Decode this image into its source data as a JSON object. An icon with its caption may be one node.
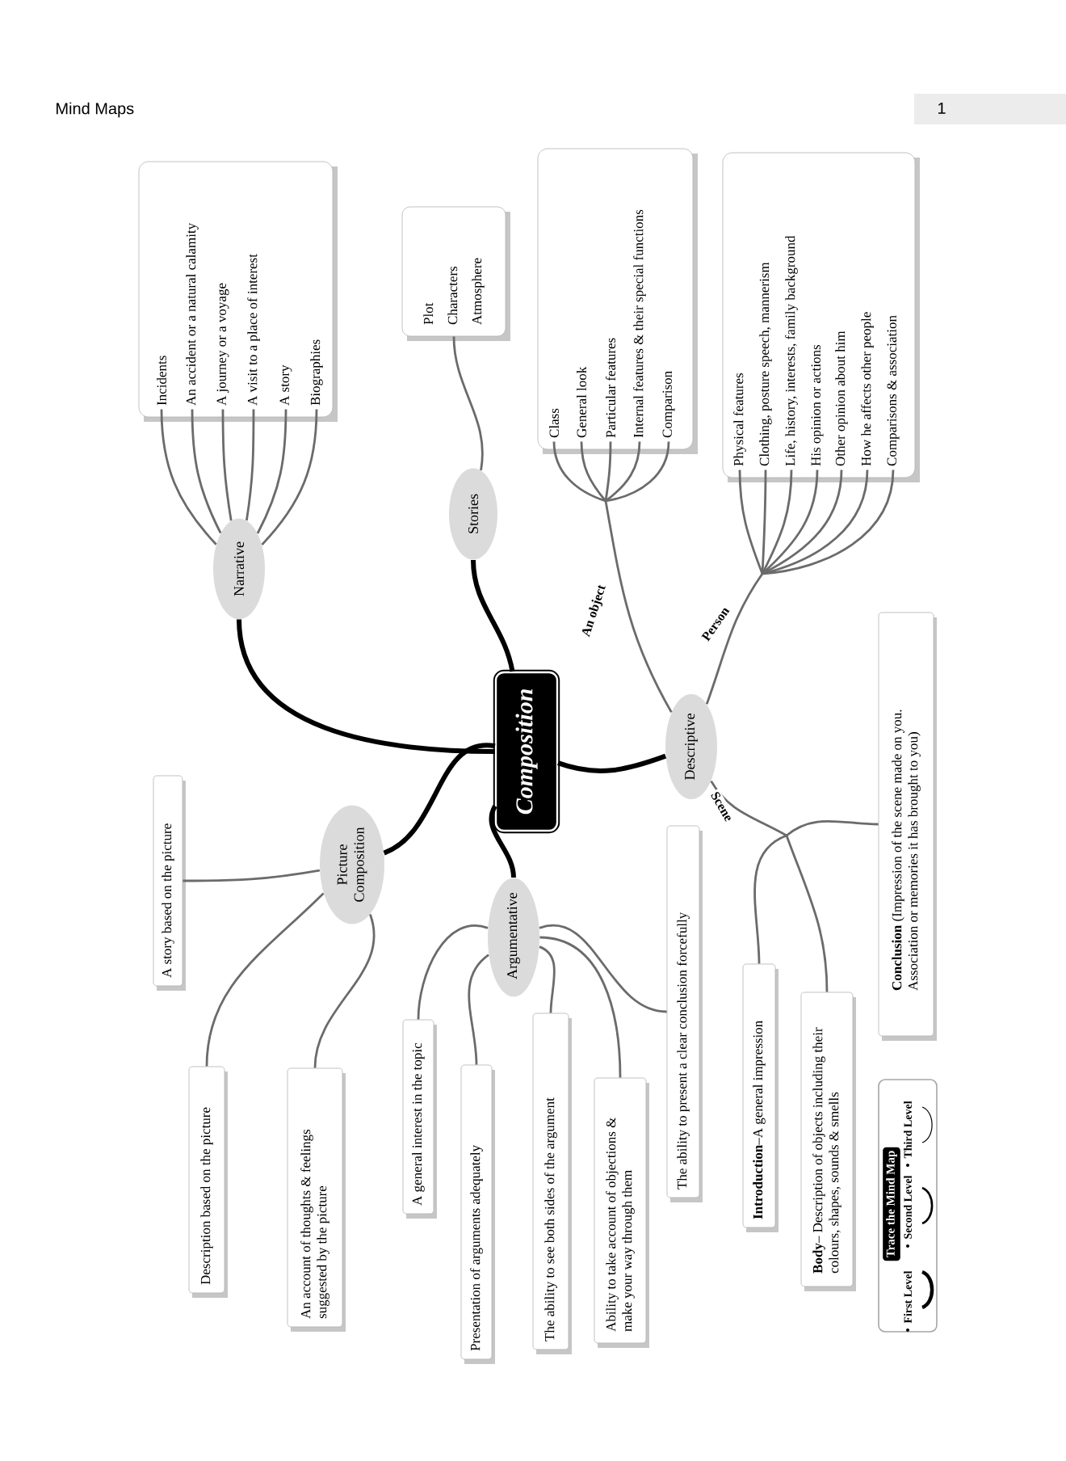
{
  "diagram": {
    "title": "Mind Maps",
    "nodes": [
      {
        "text": [
          "Composition"
        ]
      },
      {
        "text": [
          "Narrative"
        ]
      },
      {
        "text": [],
        "shape": "box"
      },
      {
        "text": [
          "Incidents"
        ],
        "in": 2
      },
      {
        "text": [
          "An accident or a natural calamity"
        ],
        "in": 2
      },
      {
        "text": [
          "A journey or a voyage"
        ],
        "in": 2
      },
      {
        "text": [
          "A visit to a place of interest"
        ],
        "in": 2
      },
      {
        "text": [
          "A story"
        ],
        "in": 2
      },
      {
        "text": [
          "Biographies"
        ],
        "in": 2
      },
      {
        "text": [
          "Stories"
        ]
      },
      {
        "text": [
          "Plot",
          "Characters",
          "Atmosphere"
        ]
      },
      {
        "text": [
          "Descriptive"
        ]
      },
      {
        "text": [],
        "shape": "box"
      },
      {
        "text": [
          "Class"
        ],
        "in": 12
      },
      {
        "text": [
          "General look"
        ],
        "in": 12
      },
      {
        "text": [
          "Particular features"
        ],
        "in": 12
      },
      {
        "text": [
          "Internal features & their special functions"
        ],
        "in": 12
      },
      {
        "text": [
          "Comparison"
        ],
        "in": 12
      },
      {
        "text": [],
        "shape": "box"
      },
      {
        "text": [
          "Physical features"
        ],
        "in": 18
      },
      {
        "text": [
          "Clothing, posture speech, mannerism"
        ],
        "in": 18
      },
      {
        "text": [
          "Life, history, interests, family background"
        ],
        "in": 18
      },
      {
        "text": [
          "His opinion or actions"
        ],
        "in": 18
      },
      {
        "text": [
          "Other opinion about him"
        ],
        "in": 18
      },
      {
        "text": [
          "How he affects other people"
        ],
        "in": 18
      },
      {
        "text": [
          "Comparisons & association"
        ],
        "in": 18
      },
      {
        "text": [
          "**Introduction**–A general impression"
        ]
      },
      {
        "text": [
          "**Body**– Description of objects including their colours, shapes, sounds & smells"
        ]
      },
      {
        "text": [
          "**Conclusion** (Impression of the scene made on you. Association or memories it has brought to you)"
        ]
      },
      {
        "text": [
          "Picture Composition"
        ]
      },
      {
        "text": [
          "A story based on the picture"
        ]
      },
      {
        "text": [
          "Description based on the picture"
        ]
      },
      {
        "text": [
          "An account of thoughts & feelings suggested by the picture"
        ]
      },
      {
        "text": [
          "Argumentative"
        ]
      },
      {
        "text": [
          "A general interest in the topic"
        ]
      },
      {
        "text": [
          "Presentation of arguments adequately"
        ]
      },
      {
        "text": [
          "The ability to see both sides of the argument"
        ]
      },
      {
        "text": [
          "Ability to take account of objections & make your way through them"
        ]
      },
      {
        "text": [
          "The ability to present a clear conclusion forcefully"
        ]
      }
    ],
    "edges": [
      {
        "from": 0,
        "to": 1,
        "arrow": "none",
        "style": "thick",
        "color": "#000000"
      },
      {
        "from": 0,
        "to": 9,
        "arrow": "none",
        "style": "thick",
        "color": "#000000"
      },
      {
        "from": 0,
        "to": 11,
        "arrow": "none",
        "style": "thick",
        "color": "#000000"
      },
      {
        "from": 0,
        "to": 29,
        "arrow": "none",
        "style": "thick",
        "color": "#000000"
      },
      {
        "from": 0,
        "to": 33,
        "arrow": "none",
        "style": "thick",
        "color": "#000000"
      },
      {
        "from": 1,
        "to": 3,
        "arrow": "none"
      },
      {
        "from": 1,
        "to": 4,
        "arrow": "none"
      },
      {
        "from": 1,
        "to": 5,
        "arrow": "none"
      },
      {
        "from": 1,
        "to": 6,
        "arrow": "none"
      },
      {
        "from": 1,
        "to": 7,
        "arrow": "none"
      },
      {
        "from": 1,
        "to": 8,
        "arrow": "none"
      },
      {
        "from": 9,
        "to": 10,
        "arrow": "none"
      },
      {
        "from": 11,
        "to": 13,
        "arrow": "none",
        "label": "An object"
      },
      {
        "from": 11,
        "to": 14,
        "arrow": "none"
      },
      {
        "from": 11,
        "to": 15,
        "arrow": "none"
      },
      {
        "from": 11,
        "to": 16,
        "arrow": "none"
      },
      {
        "from": 11,
        "to": 17,
        "arrow": "none"
      },
      {
        "from": 11,
        "to": 19,
        "arrow": "none",
        "label": "Person"
      },
      {
        "from": 11,
        "to": 20,
        "arrow": "none"
      },
      {
        "from": 11,
        "to": 21,
        "arrow": "none"
      },
      {
        "from": 11,
        "to": 22,
        "arrow": "none"
      },
      {
        "from": 11,
        "to": 23,
        "arrow": "none"
      },
      {
        "from": 11,
        "to": 24,
        "arrow": "none"
      },
      {
        "from": 11,
        "to": 25,
        "arrow": "none"
      },
      {
        "from": 11,
        "to": 26,
        "arrow": "none",
        "label": "Scene"
      },
      {
        "from": 11,
        "to": 27,
        "arrow": "none"
      },
      {
        "from": 11,
        "to": 28,
        "arrow": "none"
      },
      {
        "from": 29,
        "to": 30,
        "arrow": "none"
      },
      {
        "from": 29,
        "to": 31,
        "arrow": "none"
      },
      {
        "from": 29,
        "to": 32,
        "arrow": "none"
      },
      {
        "from": 33,
        "to": 34,
        "arrow": "none"
      },
      {
        "from": 33,
        "to": 35,
        "arrow": "none"
      },
      {
        "from": 33,
        "to": 36,
        "arrow": "none"
      },
      {
        "from": 33,
        "to": 37,
        "arrow": "none"
      },
      {
        "from": 33,
        "to": 38,
        "arrow": "none"
      }
    ],
    "labels": [
      "1",
      "Trace the Mind Map"
    ],
    "legend": [
      {
        "text": "First Level"
      },
      {
        "text": "Second Level"
      },
      {
        "text": "Third Level"
      }
    ]
  }
}
